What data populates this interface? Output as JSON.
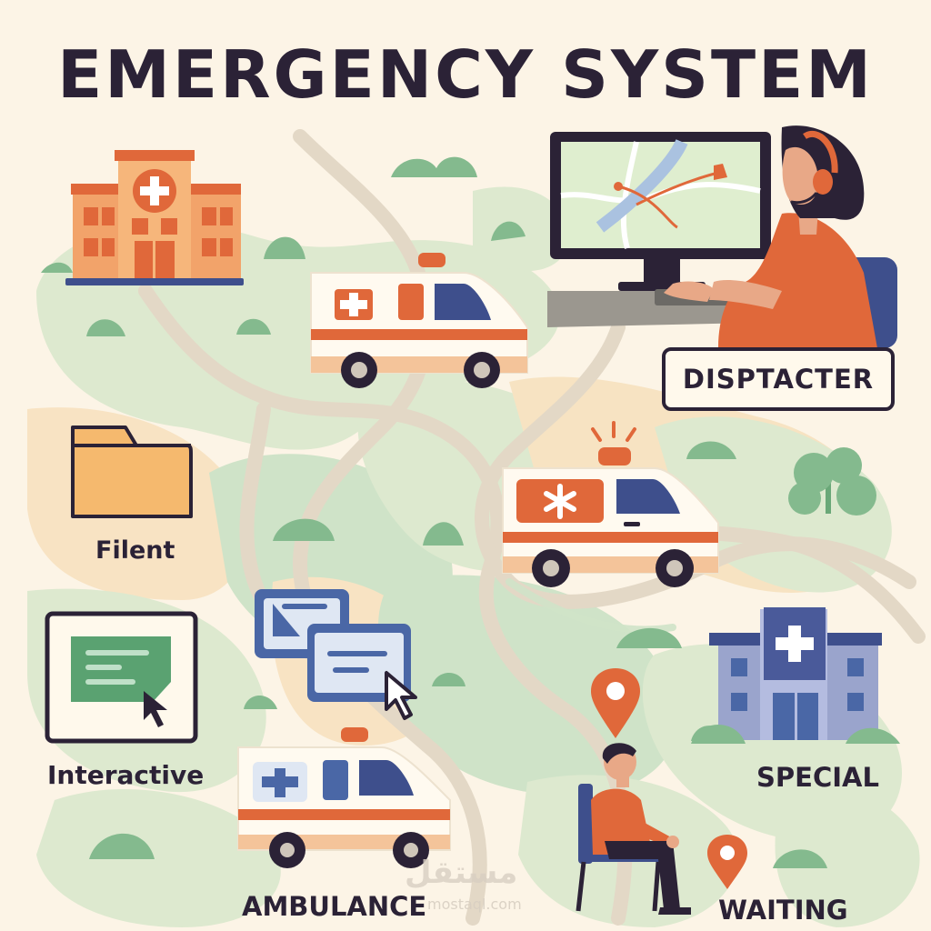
{
  "title": "EMERGENCY SYSTEM",
  "labels": {
    "dispatcher": "DISPTACTER",
    "filent": "Filent",
    "interactive": "Interactive",
    "special": "SPECIAL",
    "ambulance": "AMBULANCE",
    "waiting": "WAITING"
  },
  "watermark": {
    "arabic": "مستقل",
    "latin": "mostaql.com"
  },
  "icons": [
    "hospital-icon",
    "ambulance-icon",
    "dispatcher-icon",
    "monitor-map-icon",
    "folder-icon",
    "interactive-screen-icon",
    "chat-window-icon",
    "cursor-icon",
    "location-pin-icon",
    "waiting-person-icon",
    "special-hospital-icon"
  ],
  "colors": {
    "background": "#fcf4e6",
    "text": "#2b2236",
    "accent_orange": "#e0683a",
    "accent_blue": "#4a5a9a",
    "map_green": "#dbe8cf",
    "bush_green": "#7fb889"
  }
}
